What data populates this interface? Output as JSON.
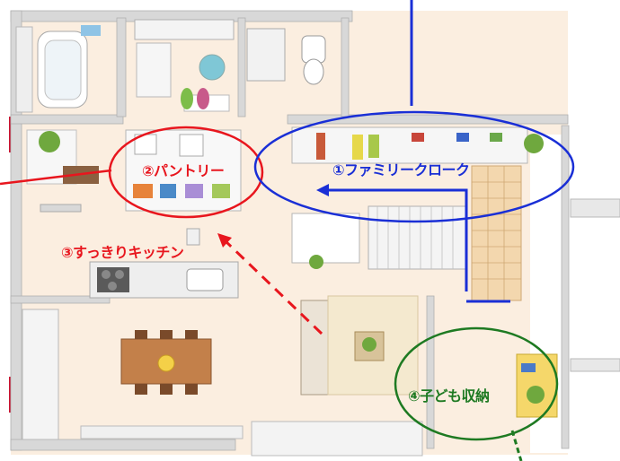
{
  "labels": {
    "pantry": "②パントリー",
    "family_cloak": "①ファミリークローク",
    "kitchen": "③すっきりキッチン",
    "kids_storage": "④子ども収納"
  },
  "colors": {
    "pantry": "#e8161e",
    "family_cloak": "#1a2fd6",
    "kitchen": "#e8161e",
    "kids_storage": "#1e7a22",
    "floor": "#fbeee0",
    "wall": "#d6d6d6"
  }
}
